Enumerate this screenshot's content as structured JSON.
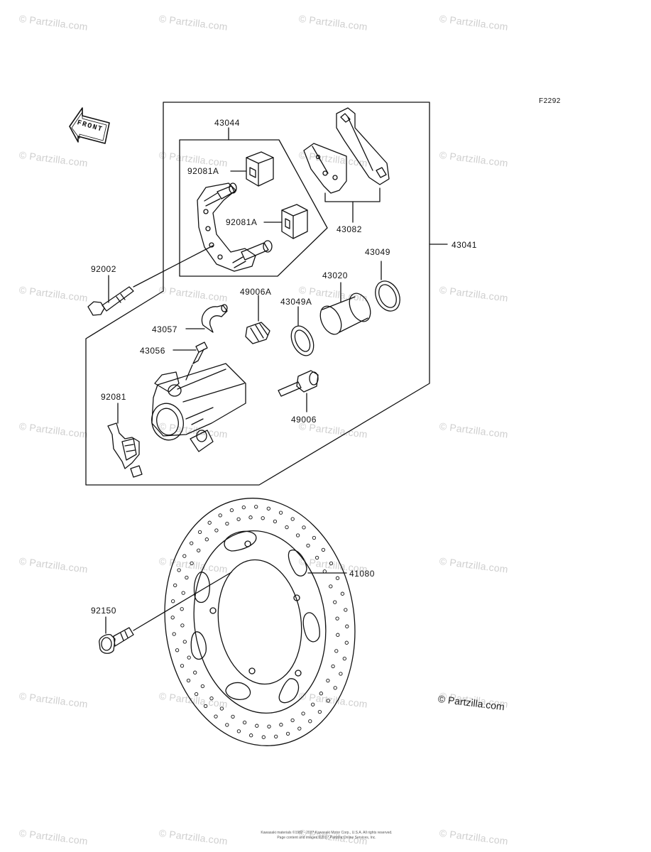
{
  "figure_code": "F2292",
  "front_arrow_label": "FRONT",
  "copyright_badge": "© Partzilla.com",
  "footer": {
    "line1": "Kawasaki materials ©1982 - 2017 Kawasaki Motor Corp., U.S.A. All rights reserved.",
    "line2": "Page content and images ©2017 Partzilla Online Services, Inc."
  },
  "watermark": "© Partzilla.com",
  "parts": [
    {
      "id": "43044",
      "label": "43044"
    },
    {
      "id": "92081A-1",
      "label": "92081A"
    },
    {
      "id": "92081A-2",
      "label": "92081A"
    },
    {
      "id": "43082",
      "label": "43082"
    },
    {
      "id": "43041",
      "label": "43041"
    },
    {
      "id": "43049",
      "label": "43049"
    },
    {
      "id": "43020",
      "label": "43020"
    },
    {
      "id": "92002",
      "label": "92002"
    },
    {
      "id": "49006A",
      "label": "49006A"
    },
    {
      "id": "43049A",
      "label": "43049A"
    },
    {
      "id": "43057",
      "label": "43057"
    },
    {
      "id": "43056",
      "label": "43056"
    },
    {
      "id": "92081",
      "label": "92081"
    },
    {
      "id": "49006",
      "label": "49006"
    },
    {
      "id": "41080",
      "label": "41080"
    },
    {
      "id": "92150",
      "label": "92150"
    }
  ]
}
